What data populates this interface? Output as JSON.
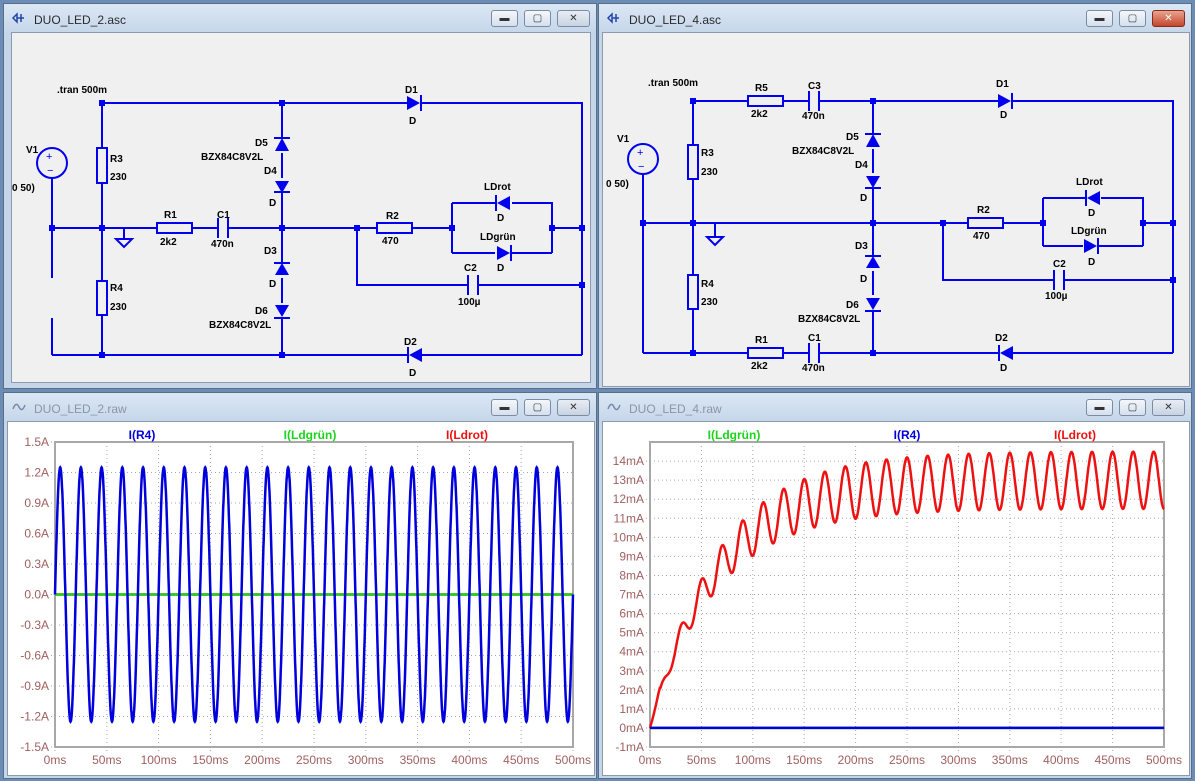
{
  "schematic_left": {
    "title": "DUO_LED_2.asc",
    "directive": ".tran 500m",
    "v1": "V1",
    "v1_val": "0 50)",
    "r3": "R3",
    "r3_val": "230",
    "r4": "R4",
    "r4_val": "230",
    "r1": "R1",
    "r1_val": "2k2",
    "c1": "C1",
    "c1_val": "470n",
    "r2": "R2",
    "r2_val": "470",
    "c2": "C2",
    "c2_val": "100µ",
    "d1": "D1",
    "d2": "D2",
    "d3": "D3",
    "d4": "D4",
    "d5": "D5",
    "d6": "D6",
    "d_model": "D",
    "zener_model": "BZX84C8V2L",
    "ldrot": "LDrot",
    "ldgruen": "LDgrün"
  },
  "schematic_right": {
    "title": "DUO_LED_4.asc",
    "directive": ".tran 500m",
    "v1": "V1",
    "v1_val": "0 50)",
    "r3": "R3",
    "r3_val": "230",
    "r4": "R4",
    "r4_val": "230",
    "r5": "R5",
    "r5_val": "2k2",
    "c3": "C3",
    "c3_val": "470n",
    "r1": "R1",
    "r1_val": "2k2",
    "c1": "C1",
    "c1_val": "470n",
    "r2": "R2",
    "r2_val": "470",
    "c2": "C2",
    "c2_val": "100µ",
    "d1": "D1",
    "d2": "D2",
    "d3": "D3",
    "d4": "D4",
    "d5": "D5",
    "d6": "D6",
    "d_model": "D",
    "zener_model": "BZX84C8V2L",
    "ldrot": "LDrot",
    "ldgruen": "LDgrün"
  },
  "colors": {
    "wire": "#0000ee",
    "blue_trace": "#0000dd",
    "green_trace": "#1bd41b",
    "red_trace": "#ee1111",
    "grid": "#a8a8a8",
    "axis_text": "#a06060"
  },
  "chart_data": [
    {
      "type": "line",
      "window_title": "DUO_LED_2.raw",
      "legend": [
        "I(R4)",
        "I(Ldgrün)",
        "I(Ldrot)"
      ],
      "y_ticks": [
        "1.5A",
        "1.2A",
        "0.9A",
        "0.6A",
        "0.3A",
        "0.0A",
        "-0.3A",
        "-0.6A",
        "-0.9A",
        "-1.2A",
        "-1.5A"
      ],
      "x_ticks": [
        "0ms",
        "50ms",
        "100ms",
        "150ms",
        "200ms",
        "250ms",
        "300ms",
        "350ms",
        "400ms",
        "450ms",
        "500ms"
      ],
      "xlim": [
        0,
        500
      ],
      "ylim": [
        -1.5,
        1.5
      ],
      "series": [
        {
          "name": "I(R4)",
          "kind": "sine",
          "amplitude": 1.25,
          "frequency_hz": 50
        },
        {
          "name": "I(Ldgrün)",
          "kind": "flat",
          "value": 0.0
        },
        {
          "name": "I(Ldrot)",
          "kind": "flat",
          "value": 0.0
        }
      ]
    },
    {
      "type": "line",
      "window_title": "DUO_LED_4.raw",
      "legend": [
        "I(Ldgrün)",
        "I(R4)",
        "I(Ldrot)"
      ],
      "y_ticks": [
        "14mA",
        "13mA",
        "12mA",
        "11mA",
        "10mA",
        "9mA",
        "8mA",
        "7mA",
        "6mA",
        "5mA",
        "4mA",
        "3mA",
        "2mA",
        "1mA",
        "0mA",
        "-1mA"
      ],
      "x_ticks": [
        "0ms",
        "50ms",
        "100ms",
        "150ms",
        "200ms",
        "250ms",
        "300ms",
        "350ms",
        "400ms",
        "450ms",
        "500ms"
      ],
      "xlim": [
        0,
        500
      ],
      "ylim": [
        -1,
        15
      ],
      "series": [
        {
          "name": "I(Ldgrün)",
          "kind": "flat",
          "value": 0.0
        },
        {
          "name": "I(R4)",
          "kind": "flat",
          "value": 0.0
        },
        {
          "name": "I(Ldrot)",
          "kind": "charging_ripple",
          "final_mean": 13.0,
          "time_constant_ms": 65,
          "ripple_pp": 3.0,
          "frequency_hz": 50
        }
      ]
    }
  ]
}
